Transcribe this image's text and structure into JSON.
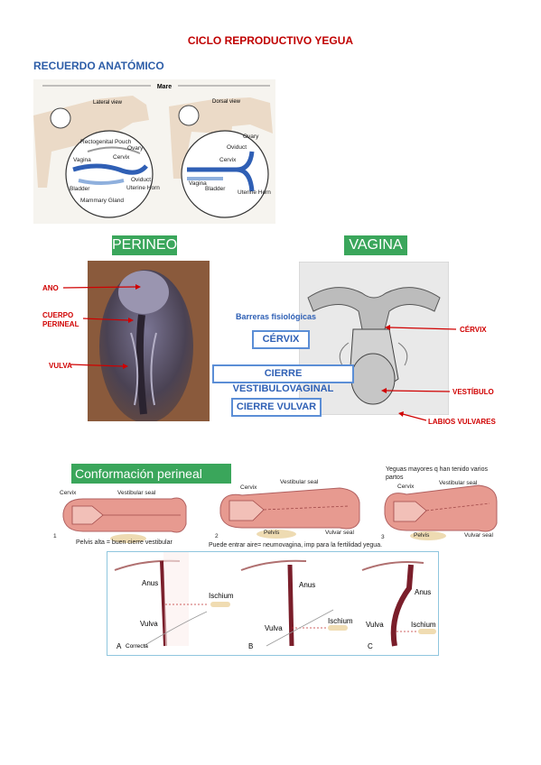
{
  "page": {
    "title": "CICLO REPRODUCTIVO YEGUA",
    "subtitle": "RECUERDO ANATÓMICO"
  },
  "anatomy_figure": {
    "header": "Mare",
    "lateral_view": "Lateral view",
    "dorsal_view": "Dorsal view",
    "lateral_labels": [
      "Rectogenital Pouch",
      "Cervix",
      "Ovary",
      "Oviduct",
      "Vagina",
      "Uterine Horn",
      "Bladder",
      "Mammary Gland"
    ],
    "dorsal_labels": [
      "Ovary",
      "Oviduct",
      "Cervix",
      "Vagina",
      "Bladder",
      "Uterine Horn"
    ]
  },
  "perineo": {
    "heading": "PERINEO",
    "labels": {
      "ano": "ANO",
      "cuerpo": "CUERPO PERINEAL",
      "vulva": "VULVA"
    }
  },
  "vagina": {
    "heading": "VAGINA",
    "barreras": "Barreras fisiológicas",
    "boxes": [
      "CÉRVIX",
      "CIERRE VESTIBULOVAGINAL",
      "CIERRE VULVAR"
    ],
    "labels": {
      "cervix": "CÉRVIX",
      "vestibulo": "VESTÍBULO",
      "labios": "LABIOS VULVARES"
    }
  },
  "conformacion": {
    "heading": "Conformación perineal",
    "note_right": "Yeguas mayores q han tenido varios partos",
    "caption_left": "Pelvis alta = buen cierre vestibular",
    "caption_middle": "Puede entrar aire= neumovagina, imp para la fertilidad yegua.",
    "diagram_labels": {
      "cervix": "Cervix",
      "vestibular_seal": "Vestibular seal",
      "pelvis": "Pelvis",
      "vulvar_seal": "Vulvar seal"
    },
    "diagram_numbers": [
      "1",
      "2",
      "3"
    ]
  },
  "bottom_figure": {
    "anus": "Anus",
    "ischium": "Ischium",
    "vulva": "Vulva",
    "panels": [
      {
        "letter": "A",
        "caption": "Correcta"
      },
      {
        "letter": "B",
        "caption": ""
      },
      {
        "letter": "C",
        "caption": ""
      }
    ]
  },
  "colors": {
    "title_red": "#c00000",
    "subtitle_blue": "#2e5ea8",
    "heading_green": "#3aa65b",
    "label_red": "#d00000",
    "box_blue": "#5b8ed6",
    "tissue_pink": "#e79a90"
  }
}
